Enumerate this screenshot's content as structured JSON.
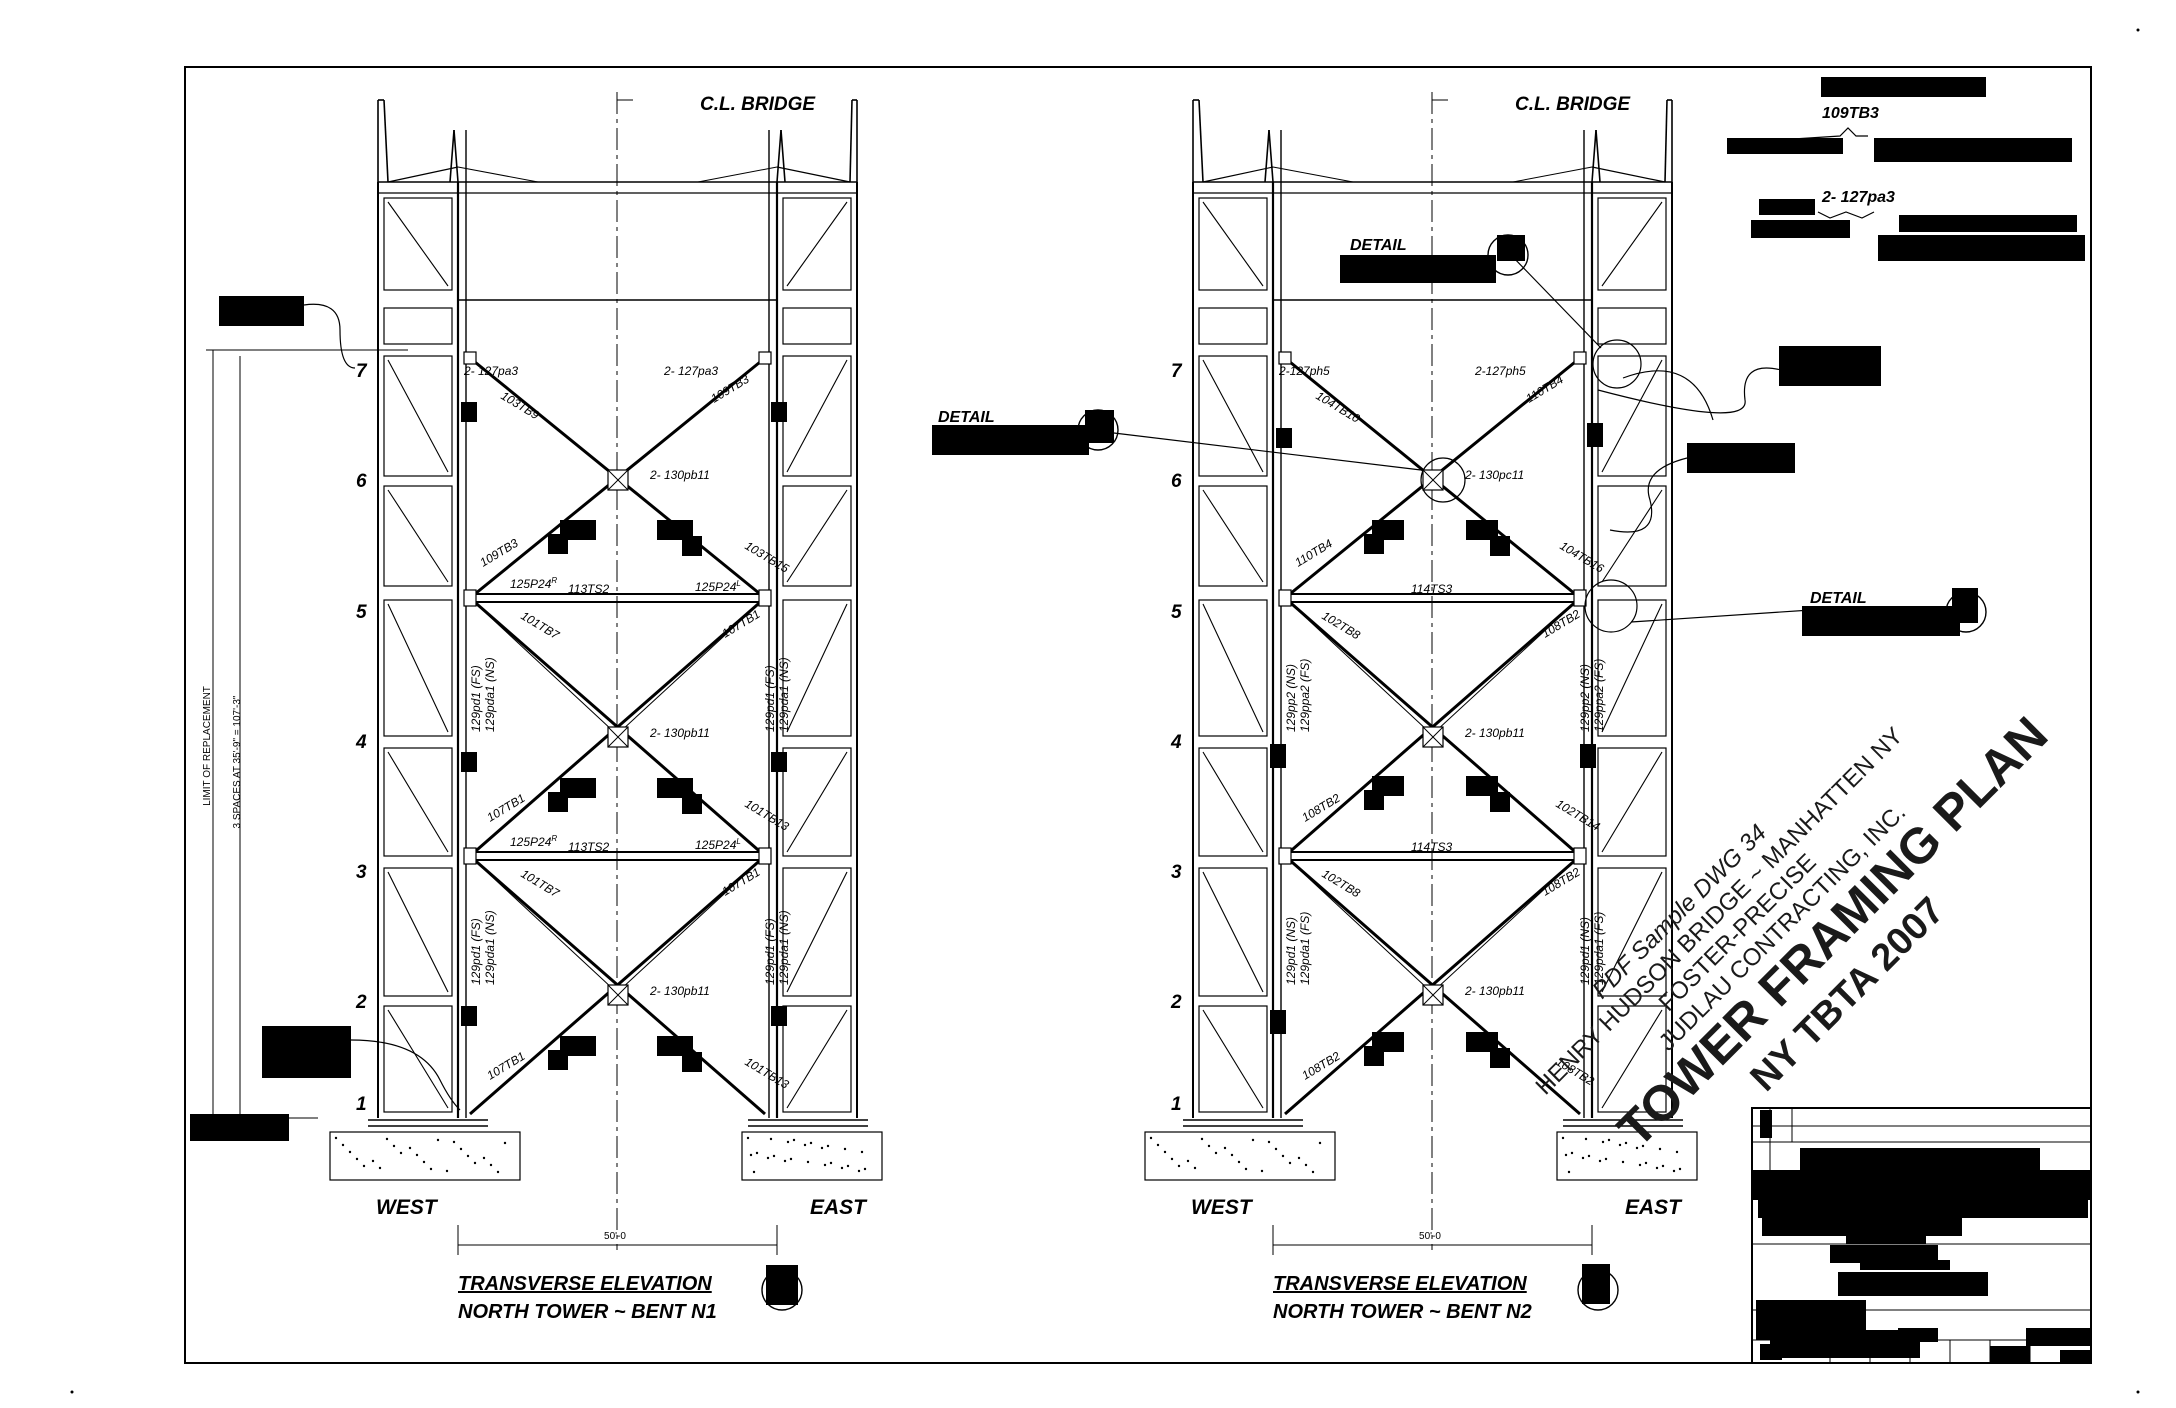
{
  "bents": [
    {
      "id": "n1",
      "cl_label": "C.L. BRIDGE",
      "west_label": "WEST",
      "east_label": "EAST",
      "title_line1": "TRANSVERSE ELEVATION",
      "title_line2": "NORTH TOWER ~ BENT N1",
      "span_dim": "50'-0",
      "limit_label": "LIMIT OF REPLACEMENT",
      "spaces_label": "3 SPACES AT 35'-9\" = 107'-3\"",
      "level_numbers": [
        "7",
        "6",
        "5",
        "4",
        "3",
        "2",
        "1"
      ],
      "node_labels": {
        "top_left": "2- 127pa3",
        "top_right": "2- 127pa3",
        "x_upper": "2- 130pb11",
        "x_middle": "2- 130pb11",
        "x_lower": "2- 130pb11",
        "strut_upper": "113TS2",
        "strut_lower": "113TS2",
        "conn_upper_left": "125P24",
        "conn_upper_right": "125P24",
        "conn_lower_left": "125P24",
        "conn_lower_right": "125P24",
        "sup_r": "R",
        "sup_l": "L"
      },
      "brace_labels": {
        "b1": "103TB9",
        "b2": "109TB3",
        "b3": "109TB3",
        "b4": "103TB15",
        "b5": "101TB7",
        "b6": "107TB1",
        "b7": "107TB1",
        "b8": "101TB13",
        "b9": "101TB7",
        "b10": "107TB1",
        "b11": "107TB1",
        "b12": "101TB13"
      },
      "col_labels": {
        "upper_left_1": "129pd1 (FS)",
        "upper_left_2": "129pda1 (NS)",
        "upper_right_1": "129pd1 (FS)",
        "upper_right_2": "129pda1 (NS)",
        "lower_left_1": "129pd1 (FS)",
        "lower_left_2": "129pda1 (NS)",
        "lower_right_1": "129pd1 (FS)",
        "lower_right_2": "129pda1 (NS)"
      }
    },
    {
      "id": "n2",
      "cl_label": "C.L. BRIDGE",
      "west_label": "WEST",
      "east_label": "EAST",
      "title_line1": "TRANSVERSE ELEVATION",
      "title_line2": "NORTH TOWER ~ BENT N2",
      "span_dim": "50'-0",
      "level_numbers": [
        "7",
        "6",
        "5",
        "4",
        "3",
        "2",
        "1"
      ],
      "node_labels": {
        "top_left": "2-127ph5",
        "top_right": "2-127ph5",
        "x_upper": "2- 130pc11",
        "x_middle": "2- 130pb11",
        "x_lower": "2- 130pb11",
        "strut_upper": "114TS3",
        "strut_lower": "114TS3"
      },
      "brace_labels": {
        "b1": "104TB10",
        "b2": "110TB4",
        "b3": "110TB4",
        "b4": "104TB16",
        "b5": "102TB8",
        "b6": "108TB2",
        "b7": "108TB2",
        "b8": "102TB14",
        "b9": "102TB8",
        "b10": "108TB2",
        "b11": "108TB2",
        "b12": "108TB2"
      },
      "col_labels": {
        "upper_left_1": "129pp2 (NS)",
        "upper_left_2": "129ppa2 (FS)",
        "upper_right_1": "129pp2 (NS)",
        "upper_right_2": "129ppa2 (FS)",
        "lower_left_1": "129pd1 (NS)",
        "lower_left_2": "129pda1 (FS)",
        "lower_right_1": "129pd1 (NS)",
        "lower_right_2": "129pda1 (FS)"
      },
      "detail_labels": [
        "DETAIL",
        "DETAIL",
        "DETAIL"
      ]
    }
  ],
  "legend": {
    "label1": "109TB3",
    "label2": "2- 127pa3"
  },
  "stamp": {
    "line1": "PDF Sample DWG 34",
    "line2": "HENRY HUDSON BRIDGE ~ MANHATTEN NY",
    "line3": "FOSTER-PRECISE",
    "line4": "JUDLAU CONTRACTING, INC.",
    "line5": "TOWER FRAMING PLAN",
    "line6": "NY TBTA 2007"
  },
  "colors": {
    "ink": "#000000",
    "paper": "#ffffff",
    "stamp": "#1a1a1a"
  }
}
